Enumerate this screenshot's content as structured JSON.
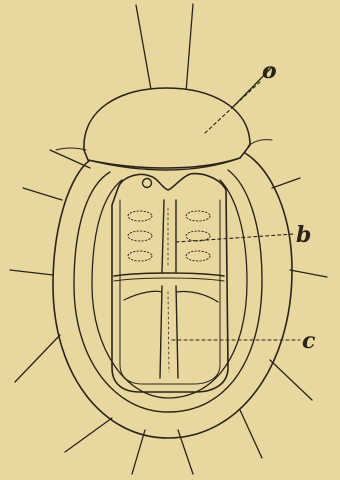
{
  "figure": {
    "background": "#e8d8a0",
    "ink": "#2a2418",
    "labels": {
      "o": "o",
      "b": "b",
      "c": "c"
    }
  }
}
